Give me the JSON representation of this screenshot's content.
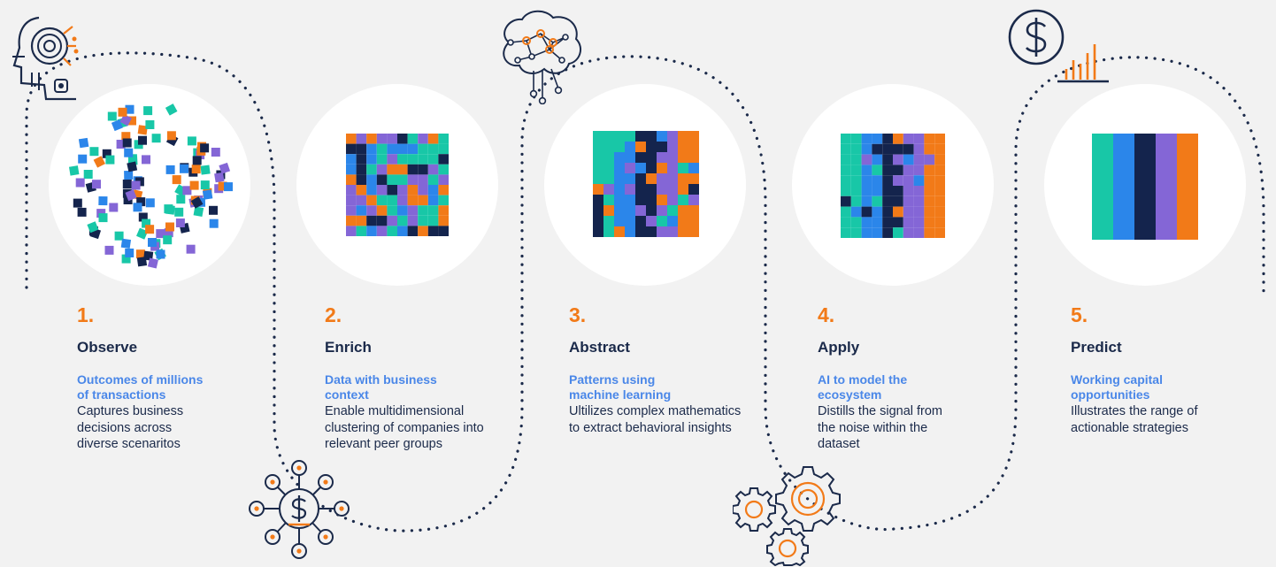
{
  "colors": {
    "orange": "#f27a18",
    "navy": "#14244d",
    "teal": "#18c7a7",
    "blue": "#2b86ea",
    "purple": "#8466d6",
    "dots": "#1b2a4a",
    "sub": "#4a87e8",
    "circle": "#ffffff"
  },
  "steps": [
    {
      "number": "1.",
      "name": "Observe",
      "sub": "Outcomes of millions of transactions",
      "desc": "Captures business decisions across diverse scenaritos",
      "visual": "scattered-squares",
      "icon": "ai-head-icon"
    },
    {
      "number": "2.",
      "name": "Enrich",
      "sub": "Data with business context",
      "desc": "Enable multidimensional clustering of companies into relevant peer groups",
      "visual": "checkered-grid",
      "icon": "dollar-network-icon"
    },
    {
      "number": "3.",
      "name": "Abstract",
      "sub": "Patterns using machine learning",
      "desc": "Ultilizes complex mathematics to extract behavioral insights",
      "visual": "clustered-grid",
      "icon": "neural-brain-icon"
    },
    {
      "number": "4.",
      "name": "Apply",
      "sub": "AI to model the ecosystem",
      "desc": "Distills the signal from the noise within the dataset",
      "visual": "column-grid",
      "icon": "gears-icon"
    },
    {
      "number": "5.",
      "name": "Predict",
      "sub": "Working capital opportunities",
      "desc": "Illustrates the range of actionable strategies",
      "visual": "color-stripes",
      "icon": "dollar-chart-icon"
    }
  ]
}
